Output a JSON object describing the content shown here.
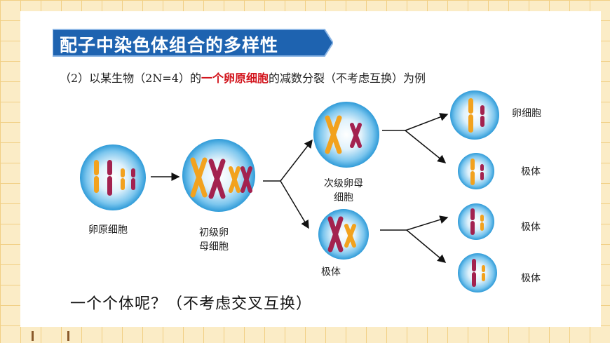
{
  "title": "配子中染色体组合的多样性",
  "subtitle": {
    "prefix": "（2）以某生物（2N=4）的",
    "highlight": "一个卵原细胞",
    "suffix": "的减数分裂（不考虑互换）为例"
  },
  "labels": {
    "oogonium": "卵原细胞",
    "primary_oocyte_line1": "初级卵",
    "primary_oocyte_line2": "母细胞",
    "secondary_oocyte_line1": "次级卵母",
    "secondary_oocyte_line2": "细胞",
    "polar_body_lower": "极体",
    "egg": "卵细胞",
    "polar_body_1": "极体",
    "polar_body_2": "极体",
    "polar_body_3": "极体"
  },
  "question": "一个个体呢？（不考虑交叉互换）",
  "colors": {
    "banner": "#1e63b0",
    "highlight_text": "#d2131b",
    "chromosome_orange": "#f2a21e",
    "chromosome_maroon": "#a3224f",
    "cell_fill_center": "#ffffff",
    "cell_fill_edge": "#39a7e0"
  }
}
